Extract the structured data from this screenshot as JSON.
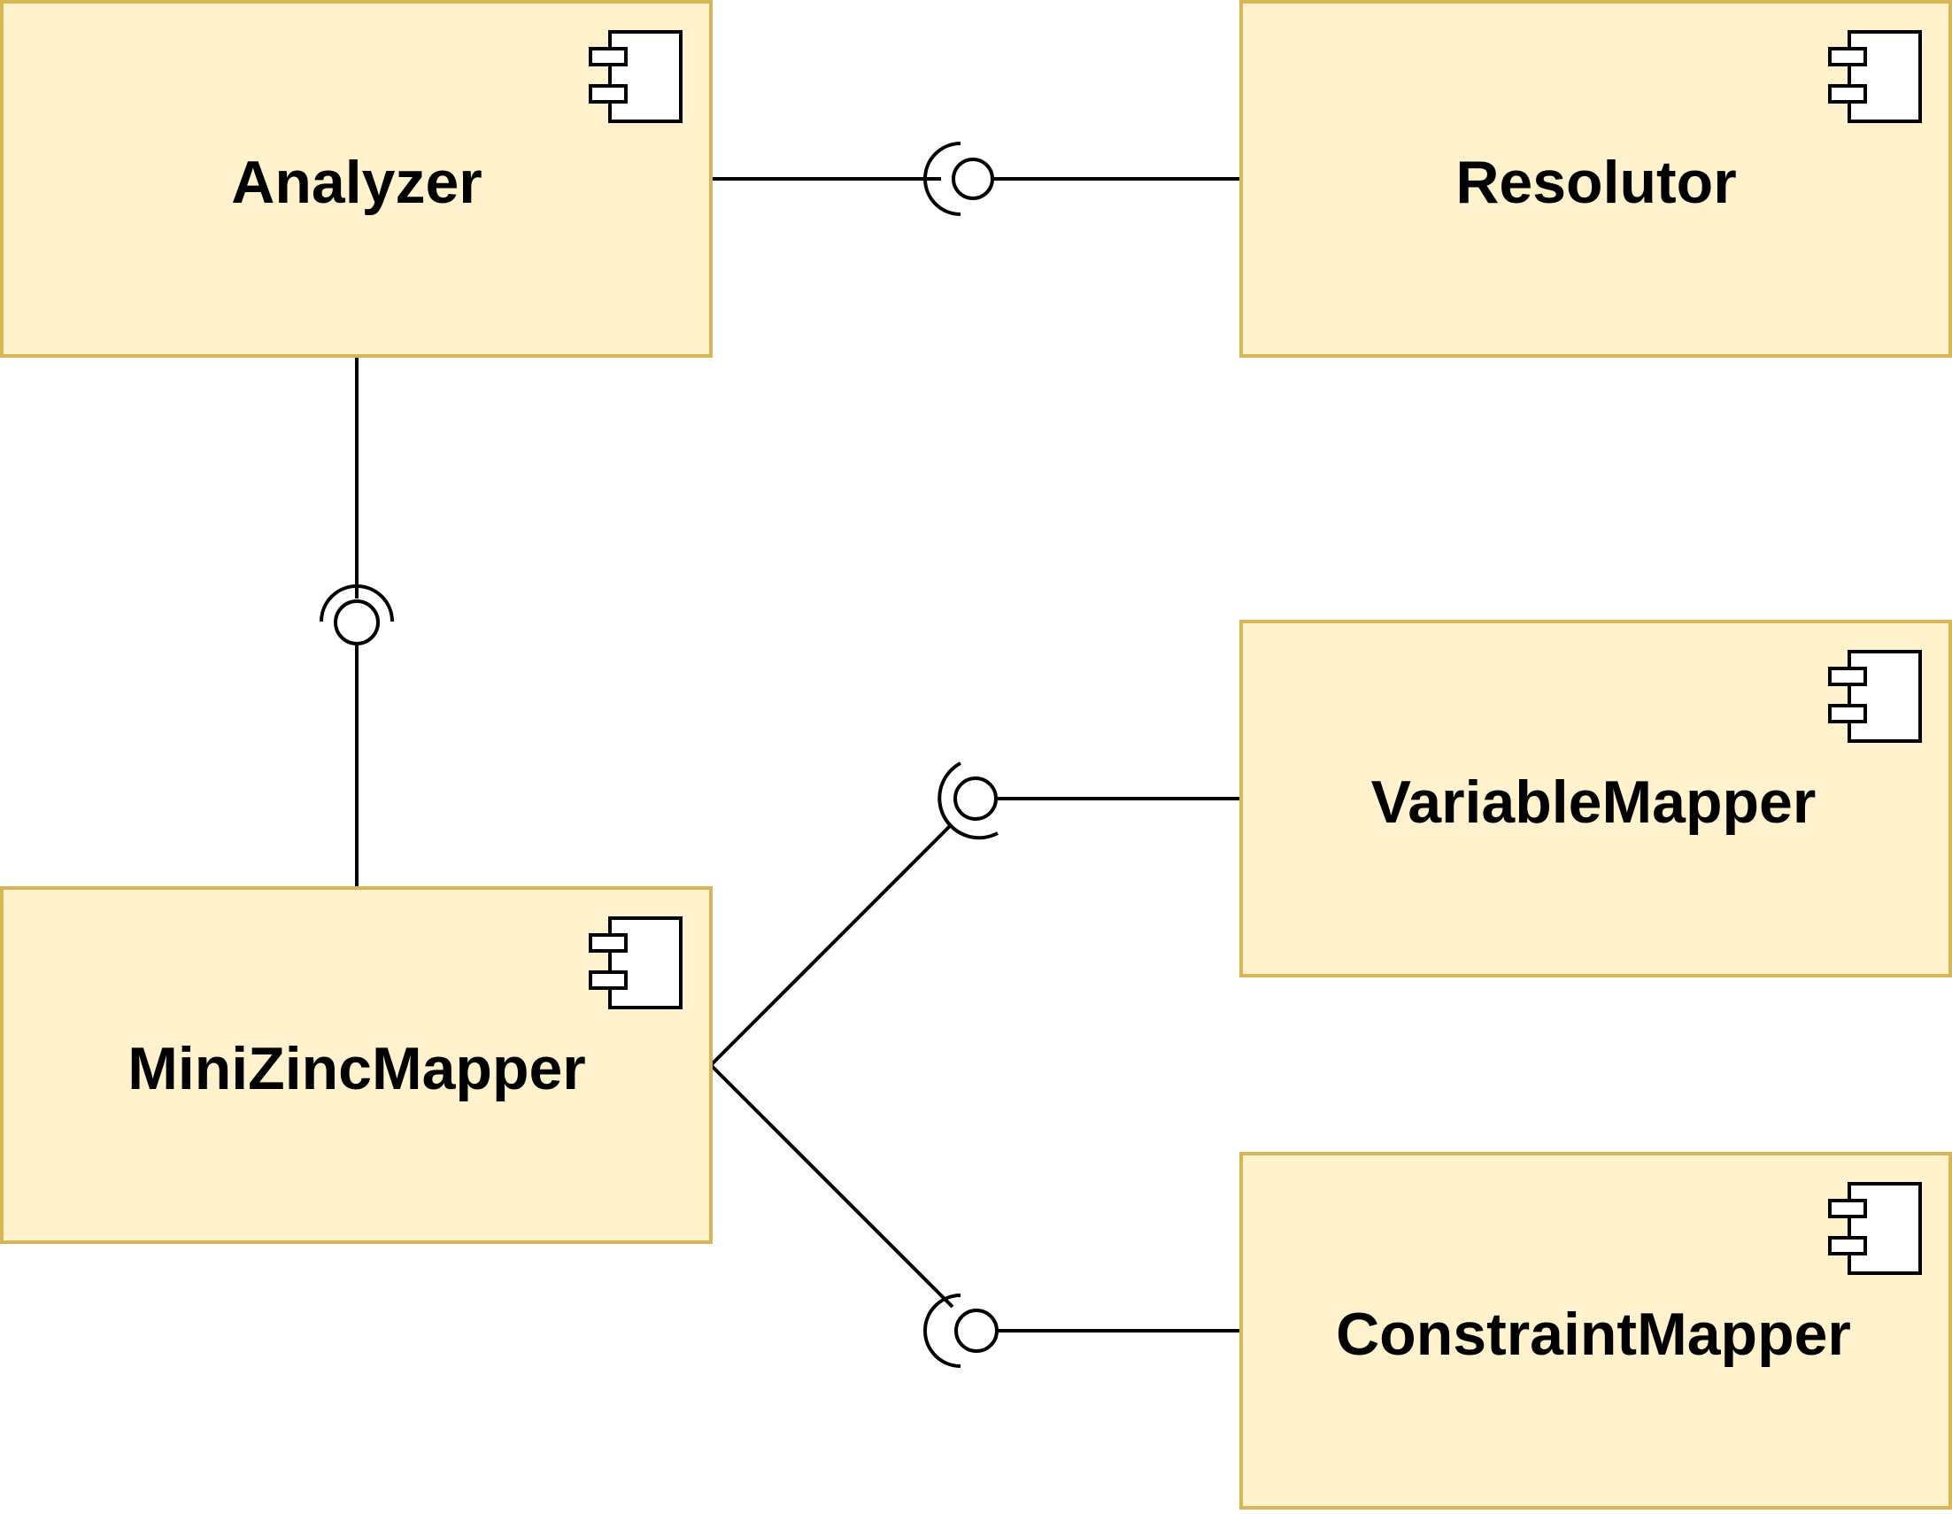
{
  "diagram": {
    "components": [
      {
        "id": "analyzer",
        "label": "Analyzer"
      },
      {
        "id": "resolutor",
        "label": "Resolutor"
      },
      {
        "id": "variablemapper",
        "label": "VariableMapper"
      },
      {
        "id": "minizincmapper",
        "label": "MiniZincMapper"
      },
      {
        "id": "constraintmapper",
        "label": "ConstraintMapper"
      }
    ],
    "connections": [
      {
        "from": "analyzer",
        "to": "resolutor",
        "type": "assembly"
      },
      {
        "from": "analyzer",
        "to": "minizincmapper",
        "type": "assembly"
      },
      {
        "from": "minizincmapper",
        "to": "variablemapper",
        "type": "assembly"
      },
      {
        "from": "minizincmapper",
        "to": "constraintmapper",
        "type": "assembly"
      }
    ],
    "icons": {
      "component": "uml-component-icon"
    },
    "colors": {
      "fill": "#fff2cc",
      "stroke": "#d6b656",
      "line": "#000000"
    }
  }
}
